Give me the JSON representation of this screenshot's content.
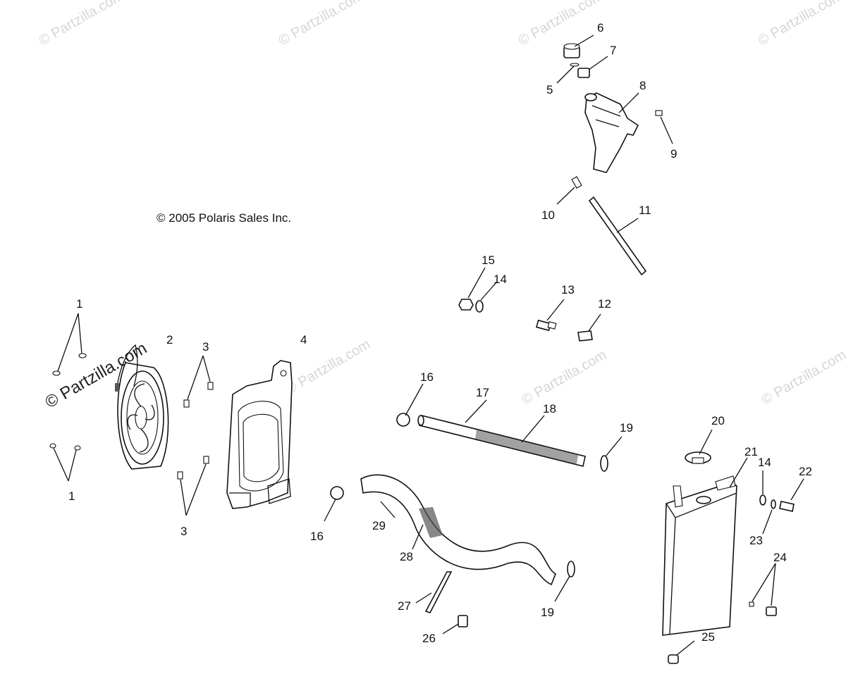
{
  "copyright": "© 2005 Polaris Sales Inc.",
  "watermark": "© Partzilla.com",
  "callouts": [
    "1",
    "1",
    "2",
    "3",
    "3",
    "4",
    "5",
    "6",
    "7",
    "8",
    "9",
    "10",
    "11",
    "12",
    "13",
    "14",
    "15",
    "16",
    "16",
    "17",
    "18",
    "19",
    "19",
    "20",
    "21",
    "14",
    "22",
    "23",
    "24",
    "25",
    "26",
    "27",
    "28",
    "29"
  ]
}
